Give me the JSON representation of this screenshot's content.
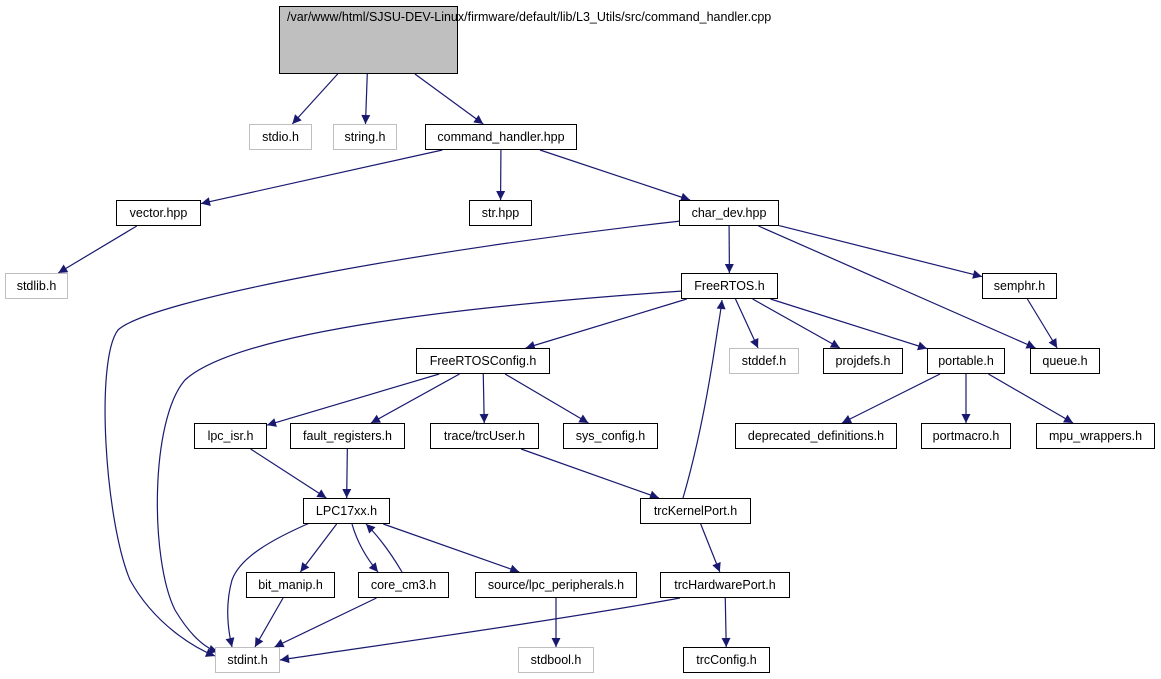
{
  "graph": {
    "root": {
      "label_lines": [
        "/var/www/html/SJSU",
        "-DEV-Linux/firmware",
        "/default/lib/L3_Utils",
        "/src/command_handler.cpp"
      ]
    },
    "nodes": {
      "stdio_h": "stdio.h",
      "string_h": "string.h",
      "command_handler_hpp": "command_handler.hpp",
      "vector_hpp": "vector.hpp",
      "str_hpp": "str.hpp",
      "char_dev_hpp": "char_dev.hpp",
      "stdlib_h": "stdlib.h",
      "freertos_h": "FreeRTOS.h",
      "semphr_h": "semphr.h",
      "freertosconfig_h": "FreeRTOSConfig.h",
      "stddef_h": "stddef.h",
      "projdefs_h": "projdefs.h",
      "portable_h": "portable.h",
      "queue_h": "queue.h",
      "lpc_isr_h": "lpc_isr.h",
      "fault_registers_h": "fault_registers.h",
      "trcuser_h": "trace/trcUser.h",
      "sys_config_h": "sys_config.h",
      "deprecated_definitions_h": "deprecated_definitions.h",
      "portmacro_h": "portmacro.h",
      "mpu_wrappers_h": "mpu_wrappers.h",
      "lpc17xx_h": "LPC17xx.h",
      "trckernelport_h": "trcKernelPort.h",
      "bit_manip_h": "bit_manip.h",
      "core_cm3_h": "core_cm3.h",
      "lpc_peripherals_h": "source/lpc_peripherals.h",
      "trchardwareport_h": "trcHardwarePort.h",
      "stdint_h": "stdint.h",
      "stdbool_h": "stdbool.h",
      "trcconfig_h": "trcConfig.h"
    },
    "missing_nodes": [
      "stdio_h",
      "string_h",
      "stdlib_h",
      "stddef_h",
      "stdint_h",
      "stdbool_h"
    ],
    "edges": [
      [
        "root",
        "stdio_h"
      ],
      [
        "root",
        "string_h"
      ],
      [
        "root",
        "command_handler_hpp"
      ],
      [
        "command_handler_hpp",
        "vector_hpp"
      ],
      [
        "command_handler_hpp",
        "str_hpp"
      ],
      [
        "command_handler_hpp",
        "char_dev_hpp"
      ],
      [
        "vector_hpp",
        "stdlib_h"
      ],
      [
        "char_dev_hpp",
        "freertos_h"
      ],
      [
        "char_dev_hpp",
        "semphr_h"
      ],
      [
        "char_dev_hpp",
        "queue_h"
      ],
      [
        "char_dev_hpp",
        "stdint_h"
      ],
      [
        "semphr_h",
        "queue_h"
      ],
      [
        "freertos_h",
        "freertosconfig_h"
      ],
      [
        "freertos_h",
        "stddef_h"
      ],
      [
        "freertos_h",
        "projdefs_h"
      ],
      [
        "freertos_h",
        "portable_h"
      ],
      [
        "freertos_h",
        "stdint_h"
      ],
      [
        "freertosconfig_h",
        "lpc_isr_h"
      ],
      [
        "freertosconfig_h",
        "fault_registers_h"
      ],
      [
        "freertosconfig_h",
        "trcuser_h"
      ],
      [
        "freertosconfig_h",
        "sys_config_h"
      ],
      [
        "portable_h",
        "deprecated_definitions_h"
      ],
      [
        "portable_h",
        "portmacro_h"
      ],
      [
        "portable_h",
        "mpu_wrappers_h"
      ],
      [
        "lpc_isr_h",
        "lpc17xx_h"
      ],
      [
        "fault_registers_h",
        "lpc17xx_h"
      ],
      [
        "trcuser_h",
        "trckernelport_h"
      ],
      [
        "trckernelport_h",
        "freertos_h"
      ],
      [
        "trckernelport_h",
        "trchardwareport_h"
      ],
      [
        "lpc17xx_h",
        "bit_manip_h"
      ],
      [
        "lpc17xx_h",
        "core_cm3_h"
      ],
      [
        "lpc17xx_h",
        "lpc_peripherals_h"
      ],
      [
        "lpc17xx_h",
        "stdint_h"
      ],
      [
        "core_cm3_h",
        "lpc17xx_h"
      ],
      [
        "core_cm3_h",
        "stdint_h"
      ],
      [
        "bit_manip_h",
        "stdint_h"
      ],
      [
        "lpc_peripherals_h",
        "stdbool_h"
      ],
      [
        "trchardwareport_h",
        "trcconfig_h"
      ],
      [
        "trchardwareport_h",
        "stdint_h"
      ]
    ],
    "colors": {
      "edge": "#191970",
      "node_border": "#000000",
      "missing_border": "#bfbfbf",
      "root_fill": "#bfbfbf"
    }
  }
}
